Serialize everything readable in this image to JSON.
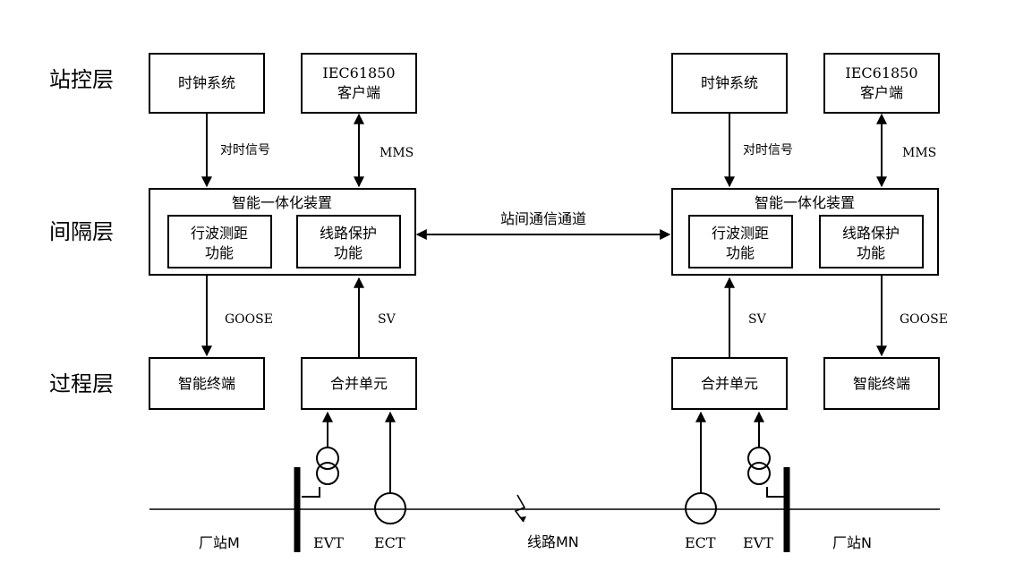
{
  "layers": {
    "station_control": "站控层",
    "bay": "间隔层",
    "process": "过程层"
  },
  "station_m": {
    "clock": "时钟系统",
    "iec_client_line1": "IEC61850",
    "iec_client_line2": "客户端",
    "sync_signal": "对时信号",
    "mms": "MMS",
    "device": "智能一体化装置",
    "traveling_wave_line1": "行波测距",
    "traveling_wave_line2": "功能",
    "line_protection_line1": "线路保护",
    "line_protection_line2": "功能",
    "goose": "GOOSE",
    "sv": "SV",
    "smart_terminal": "智能终端",
    "merging_unit": "合并单元",
    "evt": "EVT",
    "ect": "ECT",
    "station_label": "厂站M"
  },
  "station_n": {
    "clock": "时钟系统",
    "iec_client_line1": "IEC61850",
    "iec_client_line2": "客户端",
    "sync_signal": "对时信号",
    "mms": "MMS",
    "device": "智能一体化装置",
    "traveling_wave_line1": "行波测距",
    "traveling_wave_line2": "功能",
    "line_protection_line1": "线路保护",
    "line_protection_line2": "功能",
    "goose": "GOOSE",
    "sv": "SV",
    "smart_terminal": "智能终端",
    "merging_unit": "合并单元",
    "evt": "EVT",
    "ect": "ECT",
    "station_label": "厂站N"
  },
  "inter_station_channel": "站间通信通道",
  "line_label": "线路MN"
}
